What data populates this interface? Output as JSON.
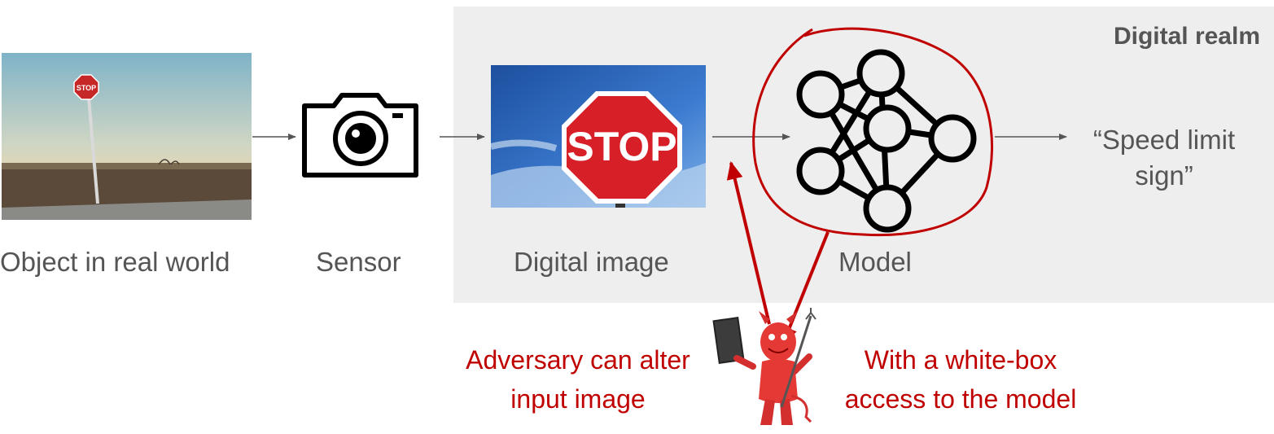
{
  "realm": {
    "title": "Digital realm"
  },
  "stages": [
    {
      "caption": "Object in real world",
      "sign_text": "STOP"
    },
    {
      "caption": "Sensor"
    },
    {
      "caption": "Digital image",
      "sign_text": "STOP"
    },
    {
      "caption": "Model"
    }
  ],
  "output": {
    "line1": "“Speed limit",
    "line2": "sign”"
  },
  "adversary": {
    "left_line1": "Adversary can alter",
    "left_line2": "input image",
    "right_line1": "With a white-box",
    "right_line2": "access to the model"
  },
  "colors": {
    "attack": "#c00000",
    "text": "#555555",
    "realm_bg": "#eeeeee"
  }
}
